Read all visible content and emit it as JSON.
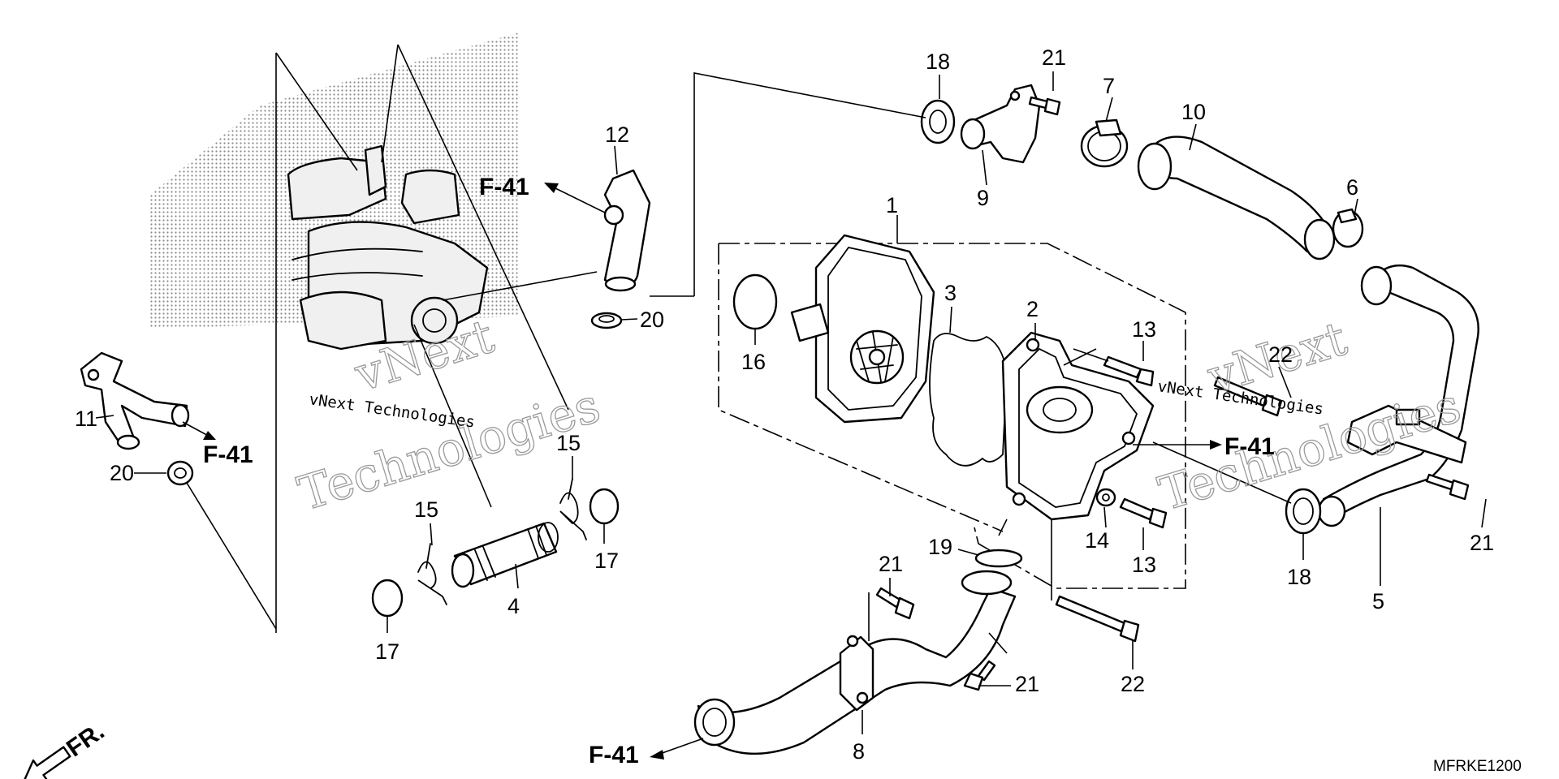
{
  "diagram_code": "MFRKE1200",
  "front_marker": "FR.",
  "watermark": {
    "line1": "vNext",
    "line2": "vNext Technologies",
    "line3": "Technologies"
  },
  "ref_labels": {
    "f41": "F-41"
  },
  "callouts": {
    "c1": "1",
    "c2": "2",
    "c3": "3",
    "c4": "4",
    "c5": "5",
    "c6": "6",
    "c7": "7",
    "c8": "8",
    "c9": "9",
    "c10": "10",
    "c11": "11",
    "c12": "12",
    "c13": "13",
    "c14": "14",
    "c15": "15",
    "c16": "16",
    "c17": "17",
    "c18": "18",
    "c19": "19",
    "c20": "20",
    "c21": "21",
    "c22": "22"
  },
  "colors": {
    "line": "#000000",
    "watermark": "#9a9a9a",
    "dots": "#888888"
  }
}
